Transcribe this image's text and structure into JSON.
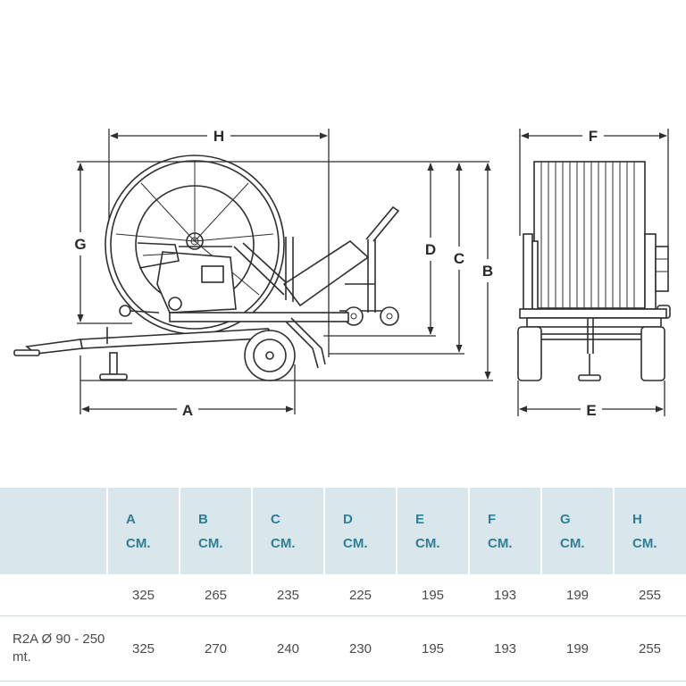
{
  "diagram": {
    "labels": {
      "A": "A",
      "B": "B",
      "C": "C",
      "D": "D",
      "E": "E",
      "F": "F",
      "G": "G",
      "H": "H"
    }
  },
  "table": {
    "columns": [
      {
        "letter": "",
        "unit": ""
      },
      {
        "letter": "A",
        "unit": "CM."
      },
      {
        "letter": "B",
        "unit": "CM."
      },
      {
        "letter": "C",
        "unit": "CM."
      },
      {
        "letter": "D",
        "unit": "CM."
      },
      {
        "letter": "E",
        "unit": "CM."
      },
      {
        "letter": "F",
        "unit": "CM."
      },
      {
        "letter": "G",
        "unit": "CM."
      },
      {
        "letter": "H",
        "unit": "CM."
      }
    ],
    "rows": [
      {
        "model": "",
        "values": [
          "325",
          "265",
          "235",
          "225",
          "195",
          "193",
          "199",
          "255"
        ]
      },
      {
        "model": "R2A Ø 90 - 250 mt.",
        "values": [
          "325",
          "270",
          "240",
          "230",
          "195",
          "193",
          "199",
          "255"
        ]
      }
    ]
  }
}
